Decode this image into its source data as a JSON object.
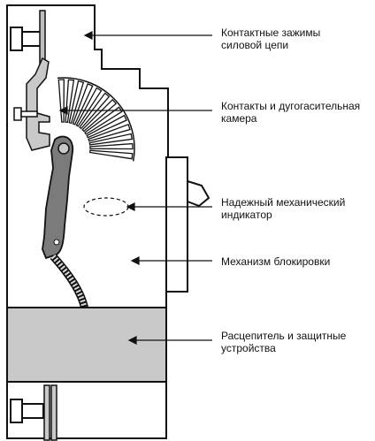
{
  "colors": {
    "line": "#111111",
    "body_fill": "#ffffff",
    "gray": "#c9c9c9",
    "dark_gray": "#7b7b7b"
  },
  "callouts": [
    {
      "line1": "Контактные зажимы",
      "line2": "силовой цепи"
    },
    {
      "line1": "Контакты и дугогасительная",
      "line2": "камера"
    },
    {
      "line1": "Надежный механический",
      "line2": "индикатор"
    },
    {
      "line1": "Механизм блокировки",
      "line2": ""
    },
    {
      "line1": "Расцепитель и защитные",
      "line2": "устройства"
    }
  ]
}
